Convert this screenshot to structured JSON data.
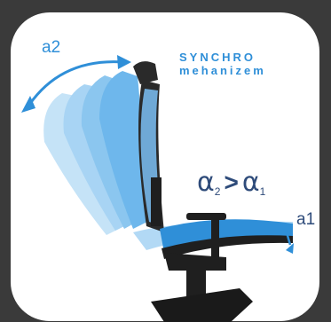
{
  "labels": {
    "backrest_angle": "a2",
    "seat_angle": "a1"
  },
  "brand": {
    "line1": "SYNCHRO",
    "line2": "mehanizem"
  },
  "formula": {
    "left_symbol": "α",
    "left_index": "2",
    "operator": ">",
    "right_symbol": "α",
    "right_index": "1"
  },
  "colors": {
    "background": "#3a3a3a",
    "card": "#ffffff",
    "accent_blue": "#2f8fd8",
    "dark_blue": "#2e4b7a"
  }
}
